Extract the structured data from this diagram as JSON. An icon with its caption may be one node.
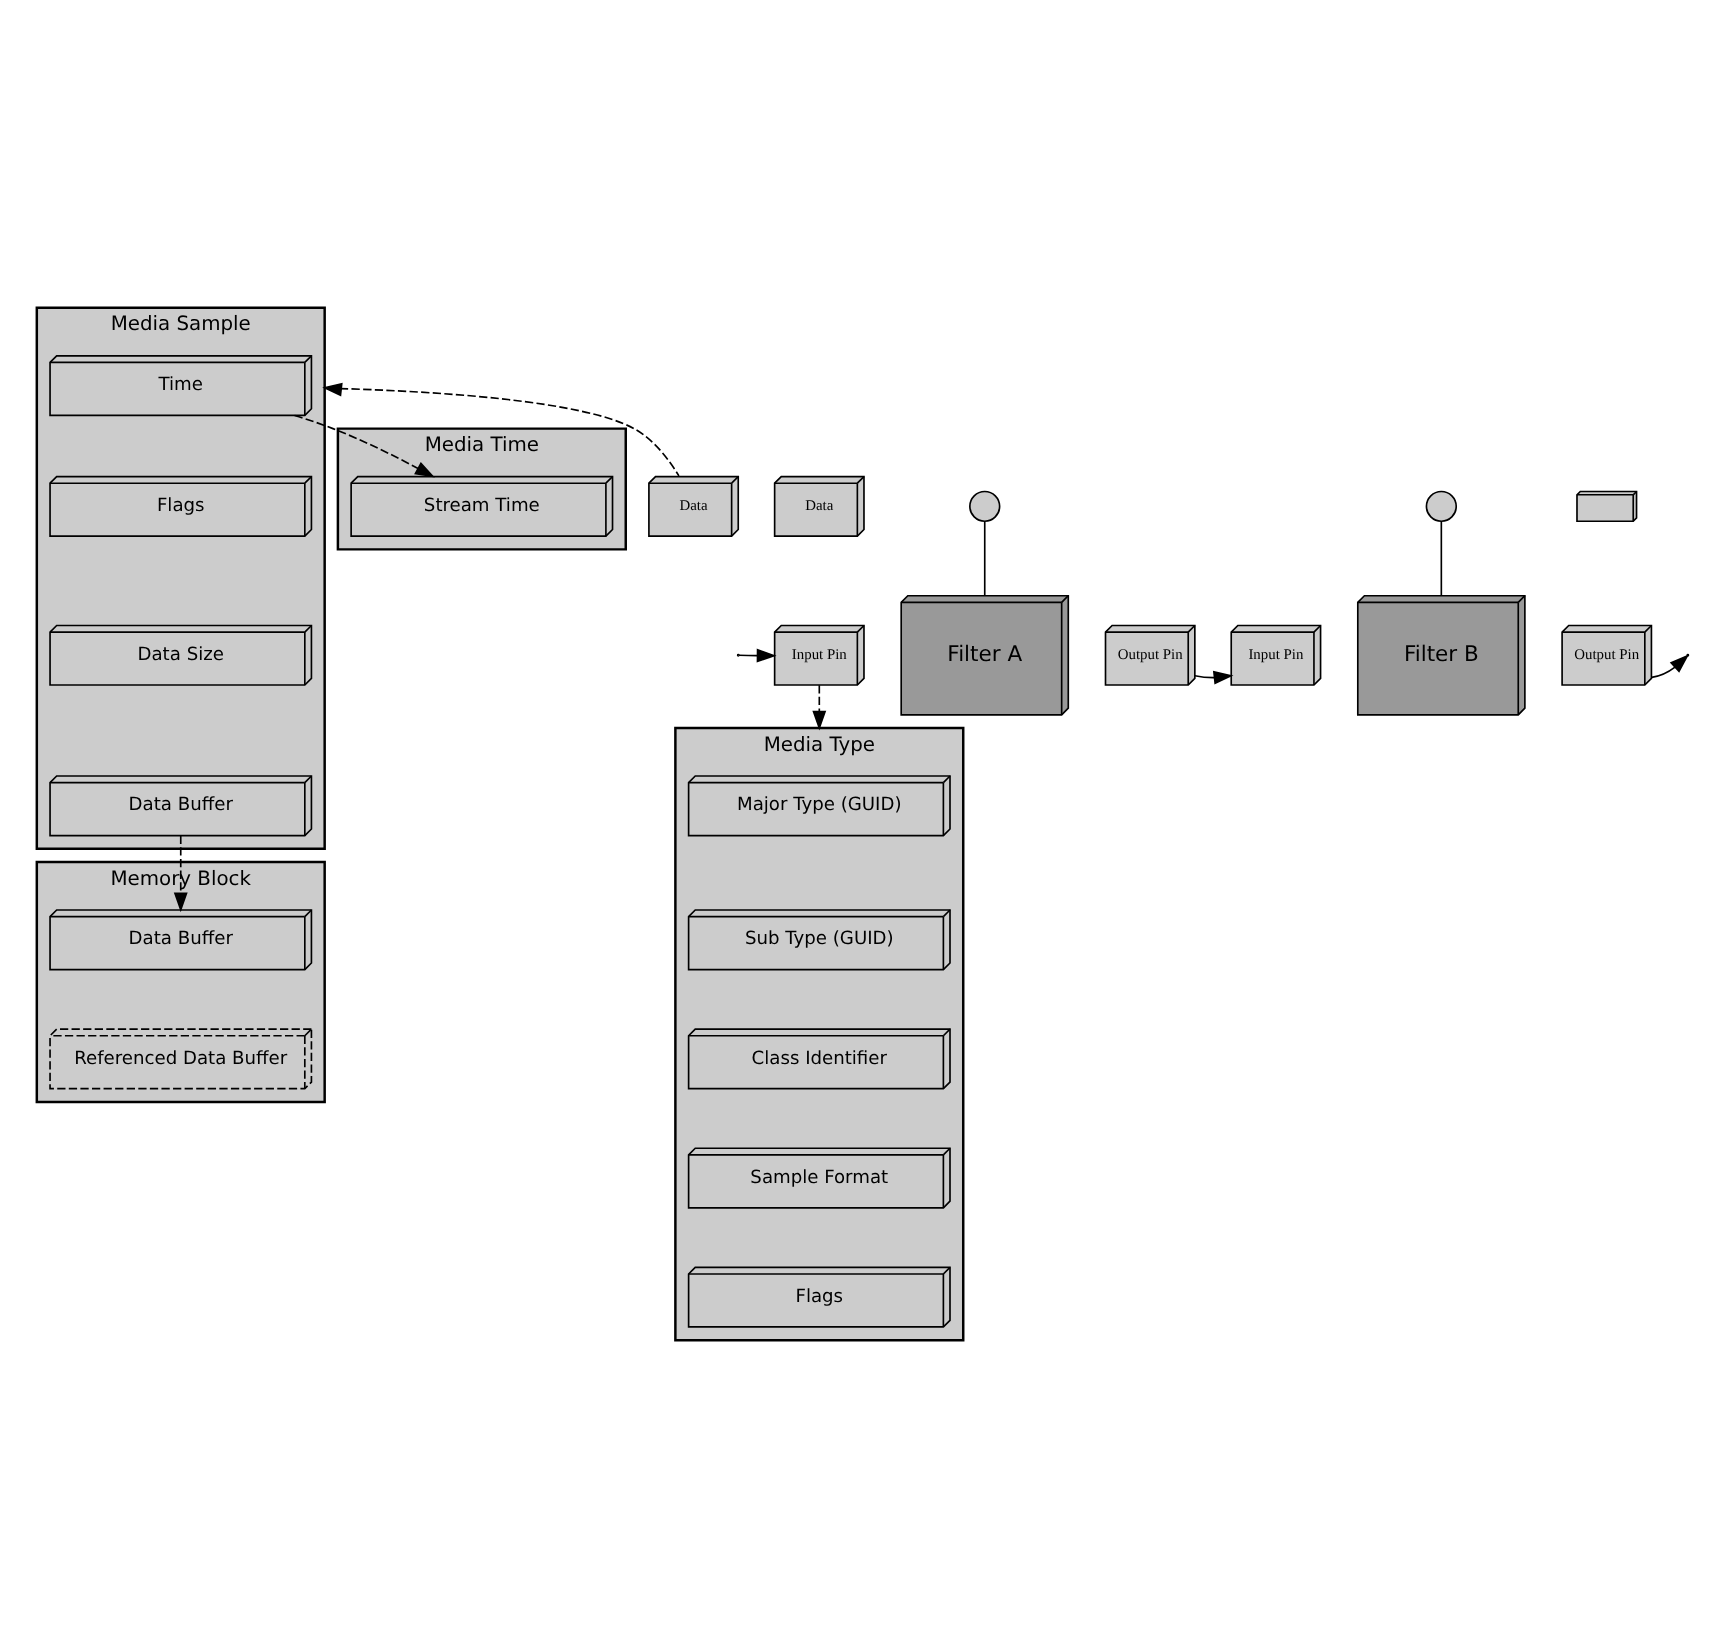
{
  "diagram": {
    "nodes": [
      {
        "text": [
          "Media Sample"
        ]
      },
      {
        "text": [
          "Time"
        ],
        "in": 0
      },
      {
        "text": [
          "Flags"
        ],
        "in": 0
      },
      {
        "text": [
          "Data Size"
        ],
        "in": 0
      },
      {
        "text": [
          "Data Buffer"
        ],
        "in": 0
      },
      {
        "text": [
          "Media Time"
        ]
      },
      {
        "text": [
          "Stream Time"
        ],
        "in": 5
      },
      {
        "text": [
          "Memory Block"
        ]
      },
      {
        "text": [
          "Data Buffer"
        ],
        "in": 7
      },
      {
        "text": [
          "Referenced Data Buffer"
        ],
        "in": 7
      },
      {
        "text": [],
        "shape": "circle"
      },
      {
        "text": [],
        "shape": "circle"
      },
      {
        "text": [
          "Data"
        ]
      },
      {
        "text": [
          "Data"
        ]
      },
      {
        "text": [],
        "shape": "box"
      },
      {
        "text": [
          "Input Pin"
        ]
      },
      {
        "text": [
          "Filter A"
        ]
      },
      {
        "text": [
          "Output Pin"
        ]
      },
      {
        "text": [
          "Input Pin"
        ]
      },
      {
        "text": [
          "Filter B"
        ]
      },
      {
        "text": [
          "Output Pin"
        ]
      },
      {
        "text": [
          "Media Type"
        ]
      },
      {
        "text": [
          "Major Type (GUID)"
        ],
        "in": 21
      },
      {
        "text": [
          "Sub Type (GUID)"
        ],
        "in": 21
      },
      {
        "text": [
          "Class Identifier"
        ],
        "in": 21
      },
      {
        "text": [
          "Sample Format"
        ],
        "in": 21
      },
      {
        "text": [
          "Flags"
        ],
        "in": 21
      }
    ],
    "edges": [
      {
        "from": 1,
        "to": 6,
        "arrow": "to",
        "style": "dashed"
      },
      {
        "from": 4,
        "to": 8,
        "arrow": "to",
        "style": "dashed"
      },
      {
        "from": 13,
        "to": 0,
        "arrow": "to",
        "style": "dashed"
      },
      {
        "from": 10,
        "to": 16,
        "arrow": "none"
      },
      {
        "from": 11,
        "to": 19,
        "arrow": "none"
      },
      {
        "from": null,
        "to": 15,
        "arrow": "to"
      },
      {
        "from": 17,
        "to": 18,
        "arrow": "to"
      },
      {
        "from": 20,
        "to": null,
        "arrow": "to"
      },
      {
        "from": 15,
        "to": 21,
        "arrow": "to",
        "style": "dashed"
      }
    ]
  }
}
